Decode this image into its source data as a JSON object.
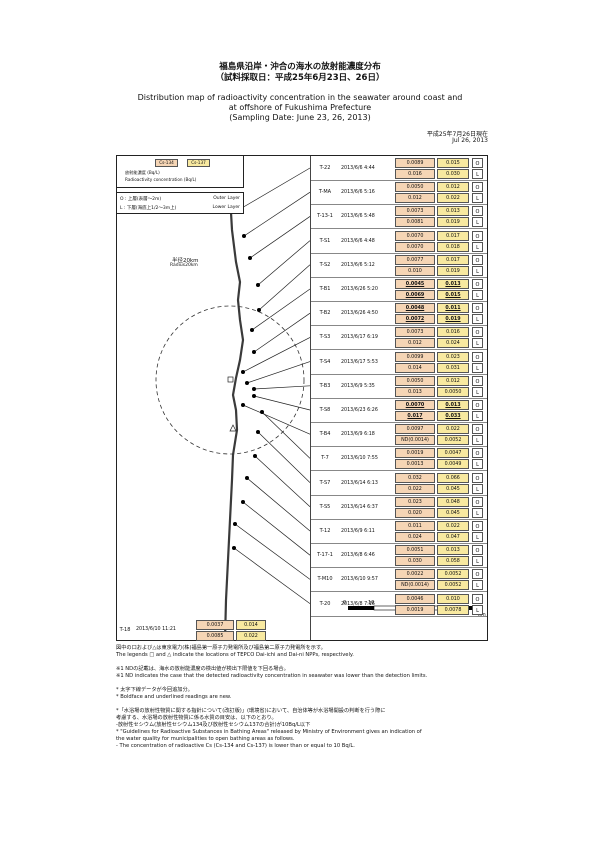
{
  "title_jp_1": "福島県沿岸・沖合の海水の放射能濃度分布",
  "title_jp_2": "（試料採取日：平成25年6月23日、26日）",
  "title_en_1": "Distribution map of radioactivity concentration in the seawater around coast and",
  "title_en_2": "at offshore of Fukushima Prefecture",
  "title_en_3": "(Sampling Date: June 23, 26, 2013)",
  "date_jp": "平成25年7月26日現在",
  "date_en": "Jul  26, 2013",
  "legend": {
    "cs134": "Cs-134",
    "cs137": "Cs-137",
    "line1": "放射能濃度 (Bq/L)",
    "line2": "Radioactivity concentration (Bq/L)"
  },
  "layers": {
    "upper_jp": "O : 上層(表層〜2m)",
    "upper_en": "Outer Layer",
    "lower_jp": "L : 下層(海底上1/2〜3m上)",
    "lower_en": "Lower Layer"
  },
  "radius_jp": "半径20km",
  "radius_en": "Radius20km",
  "stations": [
    {
      "id": "T-22",
      "date": "2013/6/6 4:44",
      "o": [
        "0.0089",
        "0.015"
      ],
      "l": [
        "0.016",
        "0.030"
      ],
      "bold": false
    },
    {
      "id": "T-MA",
      "date": "2013/6/6 5:16",
      "o": [
        "0.0050",
        "0.012"
      ],
      "l": [
        "0.012",
        "0.022"
      ],
      "bold": false
    },
    {
      "id": "T-13-1",
      "date": "2013/6/6 5:48",
      "o": [
        "0.0073",
        "0.013"
      ],
      "l": [
        "0.0081",
        "0.019"
      ],
      "bold": false
    },
    {
      "id": "T-S1",
      "date": "2013/6/6 4:48",
      "o": [
        "0.0070",
        "0.017"
      ],
      "l": [
        "0.0070",
        "0.018"
      ],
      "bold": false
    },
    {
      "id": "T-S2",
      "date": "2013/6/6 5:12",
      "o": [
        "0.0077",
        "0.017"
      ],
      "l": [
        "0.010",
        "0.019"
      ],
      "bold": false
    },
    {
      "id": "T-B1",
      "date": "2013/6/26 5:20",
      "o": [
        "0.0045",
        "0.013"
      ],
      "l": [
        "0.0069",
        "0.015"
      ],
      "bold": true
    },
    {
      "id": "T-B2",
      "date": "2013/6/26 4:50",
      "o": [
        "0.0048",
        "0.011"
      ],
      "l": [
        "0.0072",
        "0.019"
      ],
      "bold": true
    },
    {
      "id": "T-S3",
      "date": "2013/6/17 6:19",
      "o": [
        "0.0073",
        "0.016"
      ],
      "l": [
        "0.012",
        "0.024"
      ],
      "bold": false
    },
    {
      "id": "T-S4",
      "date": "2013/6/17 5:53",
      "o": [
        "0.0099",
        "0.023"
      ],
      "l": [
        "0.014",
        "0.031"
      ],
      "bold": false
    },
    {
      "id": "T-B3",
      "date": "2013/6/9 5:35",
      "o": [
        "0.0050",
        "0.012"
      ],
      "l": [
        "0.013",
        "0.0050"
      ],
      "bold": false
    },
    {
      "id": "T-S8",
      "date": "2013/6/23 6:26",
      "o": [
        "0.0070",
        "0.013"
      ],
      "l": [
        "0.017",
        "0.033"
      ],
      "bold": true
    },
    {
      "id": "T-B4",
      "date": "2013/6/9 6:18",
      "o": [
        "0.0097",
        "0.022"
      ],
      "l": [
        "ND(0.0014)",
        "0.0052"
      ],
      "bold": false
    },
    {
      "id": "T-7",
      "date": "2013/6/10 7:55",
      "o": [
        "0.0019",
        "0.0047"
      ],
      "l": [
        "0.0013",
        "0.0049"
      ],
      "bold": false
    },
    {
      "id": "T-S7",
      "date": "2013/6/14 6:13",
      "o": [
        "0.032",
        "0.066"
      ],
      "l": [
        "0.022",
        "0.045"
      ],
      "bold": false
    },
    {
      "id": "T-S5",
      "date": "2013/6/14 6:37",
      "o": [
        "0.023",
        "0.048"
      ],
      "l": [
        "0.020",
        "0.045"
      ],
      "bold": false
    },
    {
      "id": "T-12",
      "date": "2013/6/9 6:11",
      "o": [
        "0.011",
        "0.022"
      ],
      "l": [
        "0.024",
        "0.047"
      ],
      "bold": false
    },
    {
      "id": "T-17-1",
      "date": "2013/6/8 6:46",
      "o": [
        "0.0051",
        "0.013"
      ],
      "l": [
        "0.030",
        "0.058"
      ],
      "bold": false
    },
    {
      "id": "T-M10",
      "date": "2013/6/10 9:57",
      "o": [
        "0.0022",
        "0.0052"
      ],
      "l": [
        "ND(0.0014)",
        "0.0052"
      ],
      "bold": false
    },
    {
      "id": "T-20",
      "date": "2013/6/8 7:16",
      "o": [
        "0.0046",
        "0.010"
      ],
      "l": [
        "0.0019",
        "0.0078"
      ],
      "bold": false
    }
  ],
  "t18": {
    "id": "T-18",
    "date": "2013/6/10 11:21",
    "o": [
      "0.0037",
      "0.014"
    ],
    "l": [
      "0.0085",
      "0.022"
    ]
  },
  "scale": {
    "ticks": [
      "0",
      "10",
      "20",
      "30",
      "40",
      "50"
    ],
    "unit": "km"
  },
  "notes": [
    "図中の口および△は東京電力(株)福島第一原子力発電所及び福島第二原子力発電所を示す。",
    "The legends □ and △ indicate the locations of TEPCO Dai-ichi and Dai-ni NPPs, respectively.",
    "",
    "※1 NDの記載は、海水の放射能濃度の検出値が検出下限値を下回る場合。",
    "※1 ND indicates the case that the detected radioactivity concentration in seawater was lower than the detection limits.",
    "",
    "* 太字下線データが今回追加分。",
    "* Boldface and underlined readings are new.",
    "",
    "*「水浴場の放射性物質に関する指針について(改訂版)」(環境省)において、自治体等が水浴場開設の判断を行う際に",
    "  考慮する、水浴場の放射性物質に係る水質の目安は、以下のとおり。",
    "  -放射性セシウム(放射性セシウム134及び放射性セシウム137の合計)が10Bq/L以下",
    "* \"Guidelines for Radioactive Substances in Bathing Areas\" released by Ministry of Environment gives an indication of",
    "  the water quality for municipalities to open bathing areas as follows.",
    "  - The concentration of radioactive Cs (Cs-134 and Cs-137) is lower than or equal to 10 Bq/L."
  ]
}
